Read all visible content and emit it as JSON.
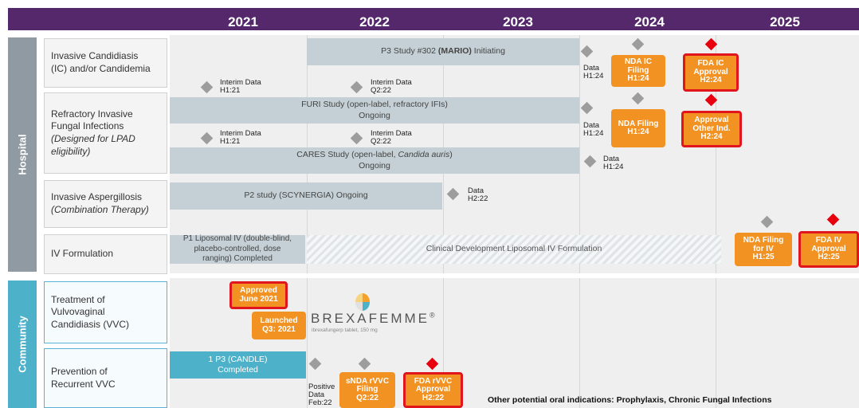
{
  "colors": {
    "header": "#54286b",
    "hospital": "#8f9aa3",
    "community": "#4db1c9",
    "milestone_orange": "#f29223",
    "approval_red": "#e8000f"
  },
  "years": [
    "2021",
    "2022",
    "2023",
    "2024",
    "2025"
  ],
  "segments": {
    "hospital": "Hospital",
    "community": "Community"
  },
  "rows": {
    "ic": "Invasive Candidiasis\n(IC)  and/or Candidemia",
    "refractory_main": "Refractory Invasive\nFungal Infections",
    "refractory_note": "(Designed for LPAD\neligibility)",
    "aspergillosis_main": "Invasive Aspergillosis",
    "aspergillosis_note": "(Combination Therapy)",
    "iv": "IV Formulation",
    "vvc": "Treatment of\nVulvovaginal\nCandidiasis (VVC)",
    "rvvc": "Prevention of\nRecurrent VVC"
  },
  "bars": {
    "mario_prefix": "P3 Study #302 ",
    "mario_bold": "(MARIO)",
    "mario_suffix": " Initiating",
    "furi_line1": "FURI Study (open-label, refractory IFIs)",
    "furi_line2": "Ongoing",
    "cares_prefix": "CARES Study (open-label, ",
    "cares_italic": "Candida auris",
    "cares_suffix": ")",
    "cares_line2": "Ongoing",
    "scynergia": "P2 study (SCYNERGIA) Ongoing",
    "liposomal_p1": "P1 Liposomal IV (double-blind,\nplacebo-controlled, dose\nranging) Completed",
    "clinical_dev": "Clinical Development  Liposomal IV Formulation",
    "candle_line1": "1 P3 (CANDLE)",
    "candle_line2": "Completed"
  },
  "milestones": {
    "interim_h121": "Interim Data\nH1:21",
    "interim_q222": "Interim Data\nQ2:22",
    "data_h124": "Data\nH1:24",
    "data_h222": "Data\nH2:22",
    "positive_data": "Positive\nData\nFeb:22"
  },
  "boxes": {
    "nda_ic": "NDA IC\nFiling\nH1:24",
    "fda_ic": "FDA IC\nApproval\nH2:24",
    "nda_filing": "NDA Filing\nH1:24",
    "approval_other": "Approval\nOther Ind.\nH2:24",
    "nda_iv": "NDA Filing\nfor IV\nH1:25",
    "fda_iv": "FDA IV\nApproval\nH2:25",
    "approved_2021": "Approved\nJune 2021",
    "launched": "Launched\nQ3: 2021",
    "snda": "sNDA rVVC\nFiling\nQ2:22",
    "fda_rvvc": "FDA rVVC\nApproval\nH2:22"
  },
  "brand": {
    "name": "BREXAFEMME",
    "mark": "®",
    "subtitle": "ibrexafungerp tablet, 150 mg"
  },
  "footnote": "Other potential oral indications: Prophylaxis, Chronic Fungal Infections"
}
